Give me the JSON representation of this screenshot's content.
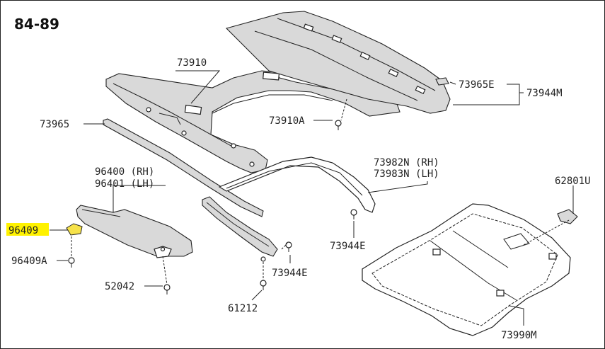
{
  "diagram": {
    "year_range": "84-89",
    "highlight_color": "#fff200",
    "labels": {
      "p73910": "73910",
      "p73965E": "73965E",
      "p73944M": "73944M",
      "p73965": "73965",
      "p73910A": "73910A",
      "p96400": "96400 (RH)",
      "p96401": "96401 (LH)",
      "p73982N": "73982N (RH)",
      "p73983N": "73983N (LH)",
      "p62801U": "62801U",
      "p96409": "96409",
      "p96409A": "96409A",
      "p73944E_a": "73944E",
      "p73944E_b": "73944E",
      "p52042": "52042",
      "p61212": "61212",
      "p73990M": "73990M"
    }
  }
}
